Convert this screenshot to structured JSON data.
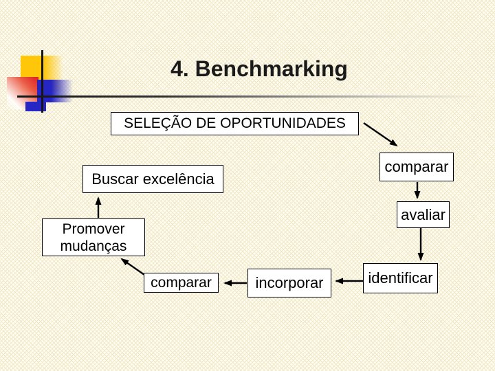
{
  "slide_title": "4. Benchmarking",
  "diagram": {
    "selecao": {
      "label": "SELEÇÃO DE OPORTUNIDADES"
    },
    "buscar": {
      "label": "Buscar excelência"
    },
    "comparar_top": {
      "label": "comparar"
    },
    "avaliar": {
      "label": "avaliar"
    },
    "promover": {
      "label": "Promover mudanças"
    },
    "comparar_bottom": {
      "label": "comparar"
    },
    "incorporar": {
      "label": "incorporar"
    },
    "identificar": {
      "label": "identificar"
    },
    "edges": [
      {
        "from": "selecao",
        "to": "comparar_top"
      },
      {
        "from": "comparar_top",
        "to": "avaliar"
      },
      {
        "from": "avaliar",
        "to": "identificar"
      },
      {
        "from": "identificar",
        "to": "incorporar"
      },
      {
        "from": "incorporar",
        "to": "comparar_bottom"
      },
      {
        "from": "comparar_bottom",
        "to": "promover"
      },
      {
        "from": "promover",
        "to": "buscar"
      }
    ]
  },
  "colors": {
    "slide_background": "#FFFDF2",
    "background_texture": "#F0E7C6",
    "box_fill": "#FFFFFF",
    "box_border": "#000000",
    "connector": "#000000",
    "title_text": "#1A1A1A",
    "accent_yellow": "#FFC60A",
    "accent_red": "#DE1F1F",
    "accent_blue": "#2626C4"
  }
}
